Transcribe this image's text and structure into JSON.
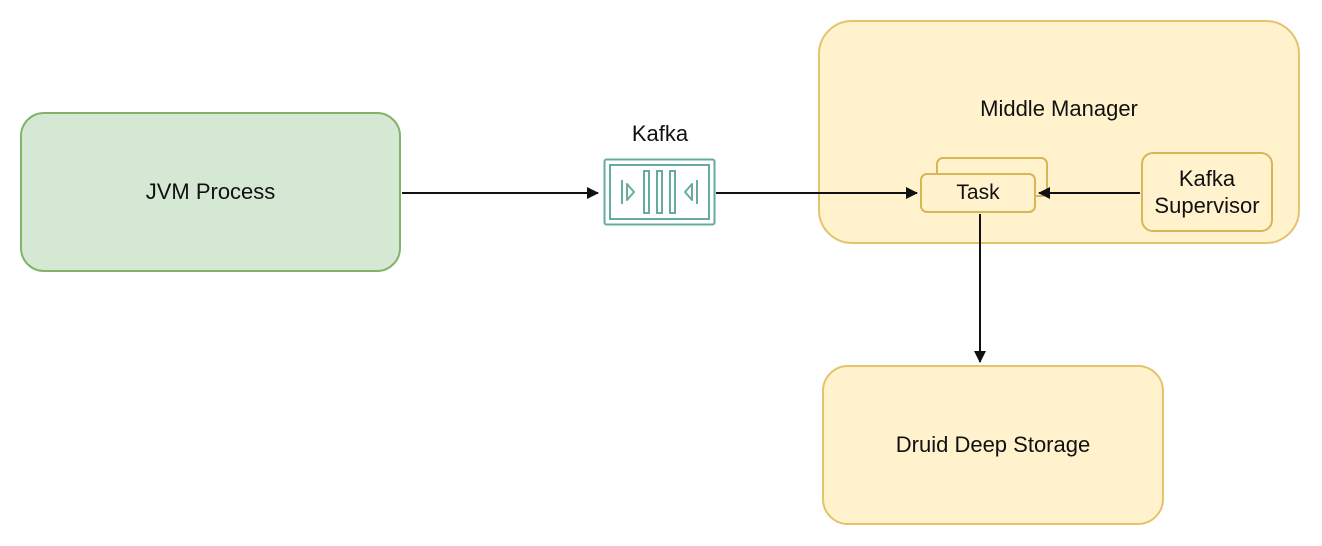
{
  "diagram": {
    "nodes": {
      "jvm_process": {
        "label": "JVM Process",
        "fill": "#d5e8d4",
        "stroke": "#82b366"
      },
      "kafka": {
        "label": "Kafka",
        "icon": "queue-icon",
        "stroke": "#67ab9f"
      },
      "middle_manager": {
        "label": "Middle Manager",
        "fill": "#fff2cc",
        "stroke": "#d6b656"
      },
      "task": {
        "label": "Task"
      },
      "kafka_supervisor": {
        "line1": "Kafka",
        "line2": "Supervisor"
      },
      "druid_deep_storage": {
        "label": "Druid Deep Storage"
      }
    },
    "edges": [
      {
        "from": "JVM Process",
        "to": "Kafka"
      },
      {
        "from": "Kafka",
        "to": "Task"
      },
      {
        "from": "Kafka Supervisor",
        "to": "Task"
      },
      {
        "from": "Task",
        "to": "Druid Deep Storage"
      }
    ]
  }
}
